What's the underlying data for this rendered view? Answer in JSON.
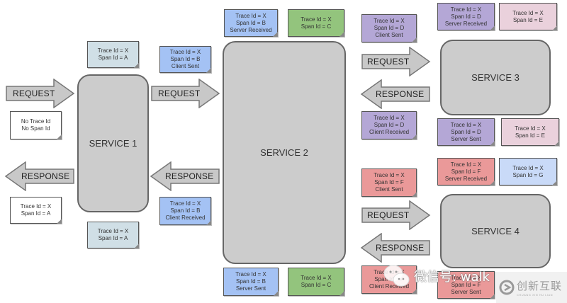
{
  "colors": {
    "service_fill": "#cccccc",
    "arrow_fill": "#c8c8c8",
    "note_white": "#ffffff",
    "note_lightblue_gray": "#d0dfe6",
    "note_blue": "#a4c2f4",
    "note_green": "#93c47d",
    "note_purple": "#b4a7d6",
    "note_pink": "#ead1dc",
    "note_red": "#ea9999",
    "note_light_blue": "#c9daf8"
  },
  "services": [
    {
      "id": "service-1",
      "label": "SERVICE 1"
    },
    {
      "id": "service-2",
      "label": "SERVICE 2"
    },
    {
      "id": "service-3",
      "label": "SERVICE 3"
    },
    {
      "id": "service-4",
      "label": "SERVICE 4"
    }
  ],
  "arrows": {
    "request": "REQUEST",
    "response": "RESPONSE"
  },
  "notes": {
    "s1_in": {
      "lines": [
        "No Trace Id",
        "No Span Id"
      ]
    },
    "s1_top": {
      "lines": [
        "Trace Id = X",
        "Span Id = A"
      ]
    },
    "s1_out": {
      "lines": [
        "Trace Id = X",
        "Span Id = A"
      ]
    },
    "s1_bottom": {
      "lines": [
        "Trace Id = X",
        "Span Id = A"
      ]
    },
    "s2_client_sent": {
      "lines": [
        "Trace Id = X",
        "Span Id = B",
        "Client Sent"
      ]
    },
    "s2_client_received": {
      "lines": [
        "Trace Id = X",
        "Span Id = B",
        "Client Received"
      ]
    },
    "s2_server_received": {
      "lines": [
        "Trace Id = X",
        "Span Id = B",
        "Server Received"
      ]
    },
    "s2_top_c": {
      "lines": [
        "Trace Id = X",
        "Span Id = C"
      ]
    },
    "s2_server_sent": {
      "lines": [
        "Trace Id = X",
        "Span Id = B",
        "Server Sent"
      ]
    },
    "s2_bottom_c": {
      "lines": [
        "Trace Id = X",
        "Span Id = C"
      ]
    },
    "s3_client_sent": {
      "lines": [
        "Trace Id = X",
        "Span Id = D",
        "Client Sent"
      ]
    },
    "s3_server_received": {
      "lines": [
        "Trace Id = X",
        "Span Id = D",
        "Server Received"
      ]
    },
    "s3_top_e": {
      "lines": [
        "Trace Id = X",
        "Span Id = E"
      ]
    },
    "s3_client_received": {
      "lines": [
        "Trace Id = X",
        "Span Id = D",
        "Client Received"
      ]
    },
    "s3_server_sent": {
      "lines": [
        "Trace Id = X",
        "Span Id = D",
        "Server Sent"
      ]
    },
    "s3_bottom_e": {
      "lines": [
        "Trace Id = X",
        "Span Id = E"
      ]
    },
    "s4_client_sent": {
      "lines": [
        "Trace Id = X",
        "Span Id = F",
        "Client Sent"
      ]
    },
    "s4_server_received": {
      "lines": [
        "Trace Id = X",
        "Span Id = F",
        "Server Received"
      ]
    },
    "s4_top_g": {
      "lines": [
        "Trace Id = X",
        "Span Id = G"
      ]
    },
    "s4_client_received": {
      "lines": [
        "Trace Id = X",
        "Span Id = F",
        "Client Received"
      ]
    },
    "s4_server_sent": {
      "lines": [
        "Trace Id = X",
        "Span Id = F",
        "Server Sent"
      ]
    }
  },
  "watermark": {
    "wechat_text": "微信号: walk",
    "brand_text": "创新互联",
    "brand_subtext": "CHUANG XIN HU LIAN"
  }
}
